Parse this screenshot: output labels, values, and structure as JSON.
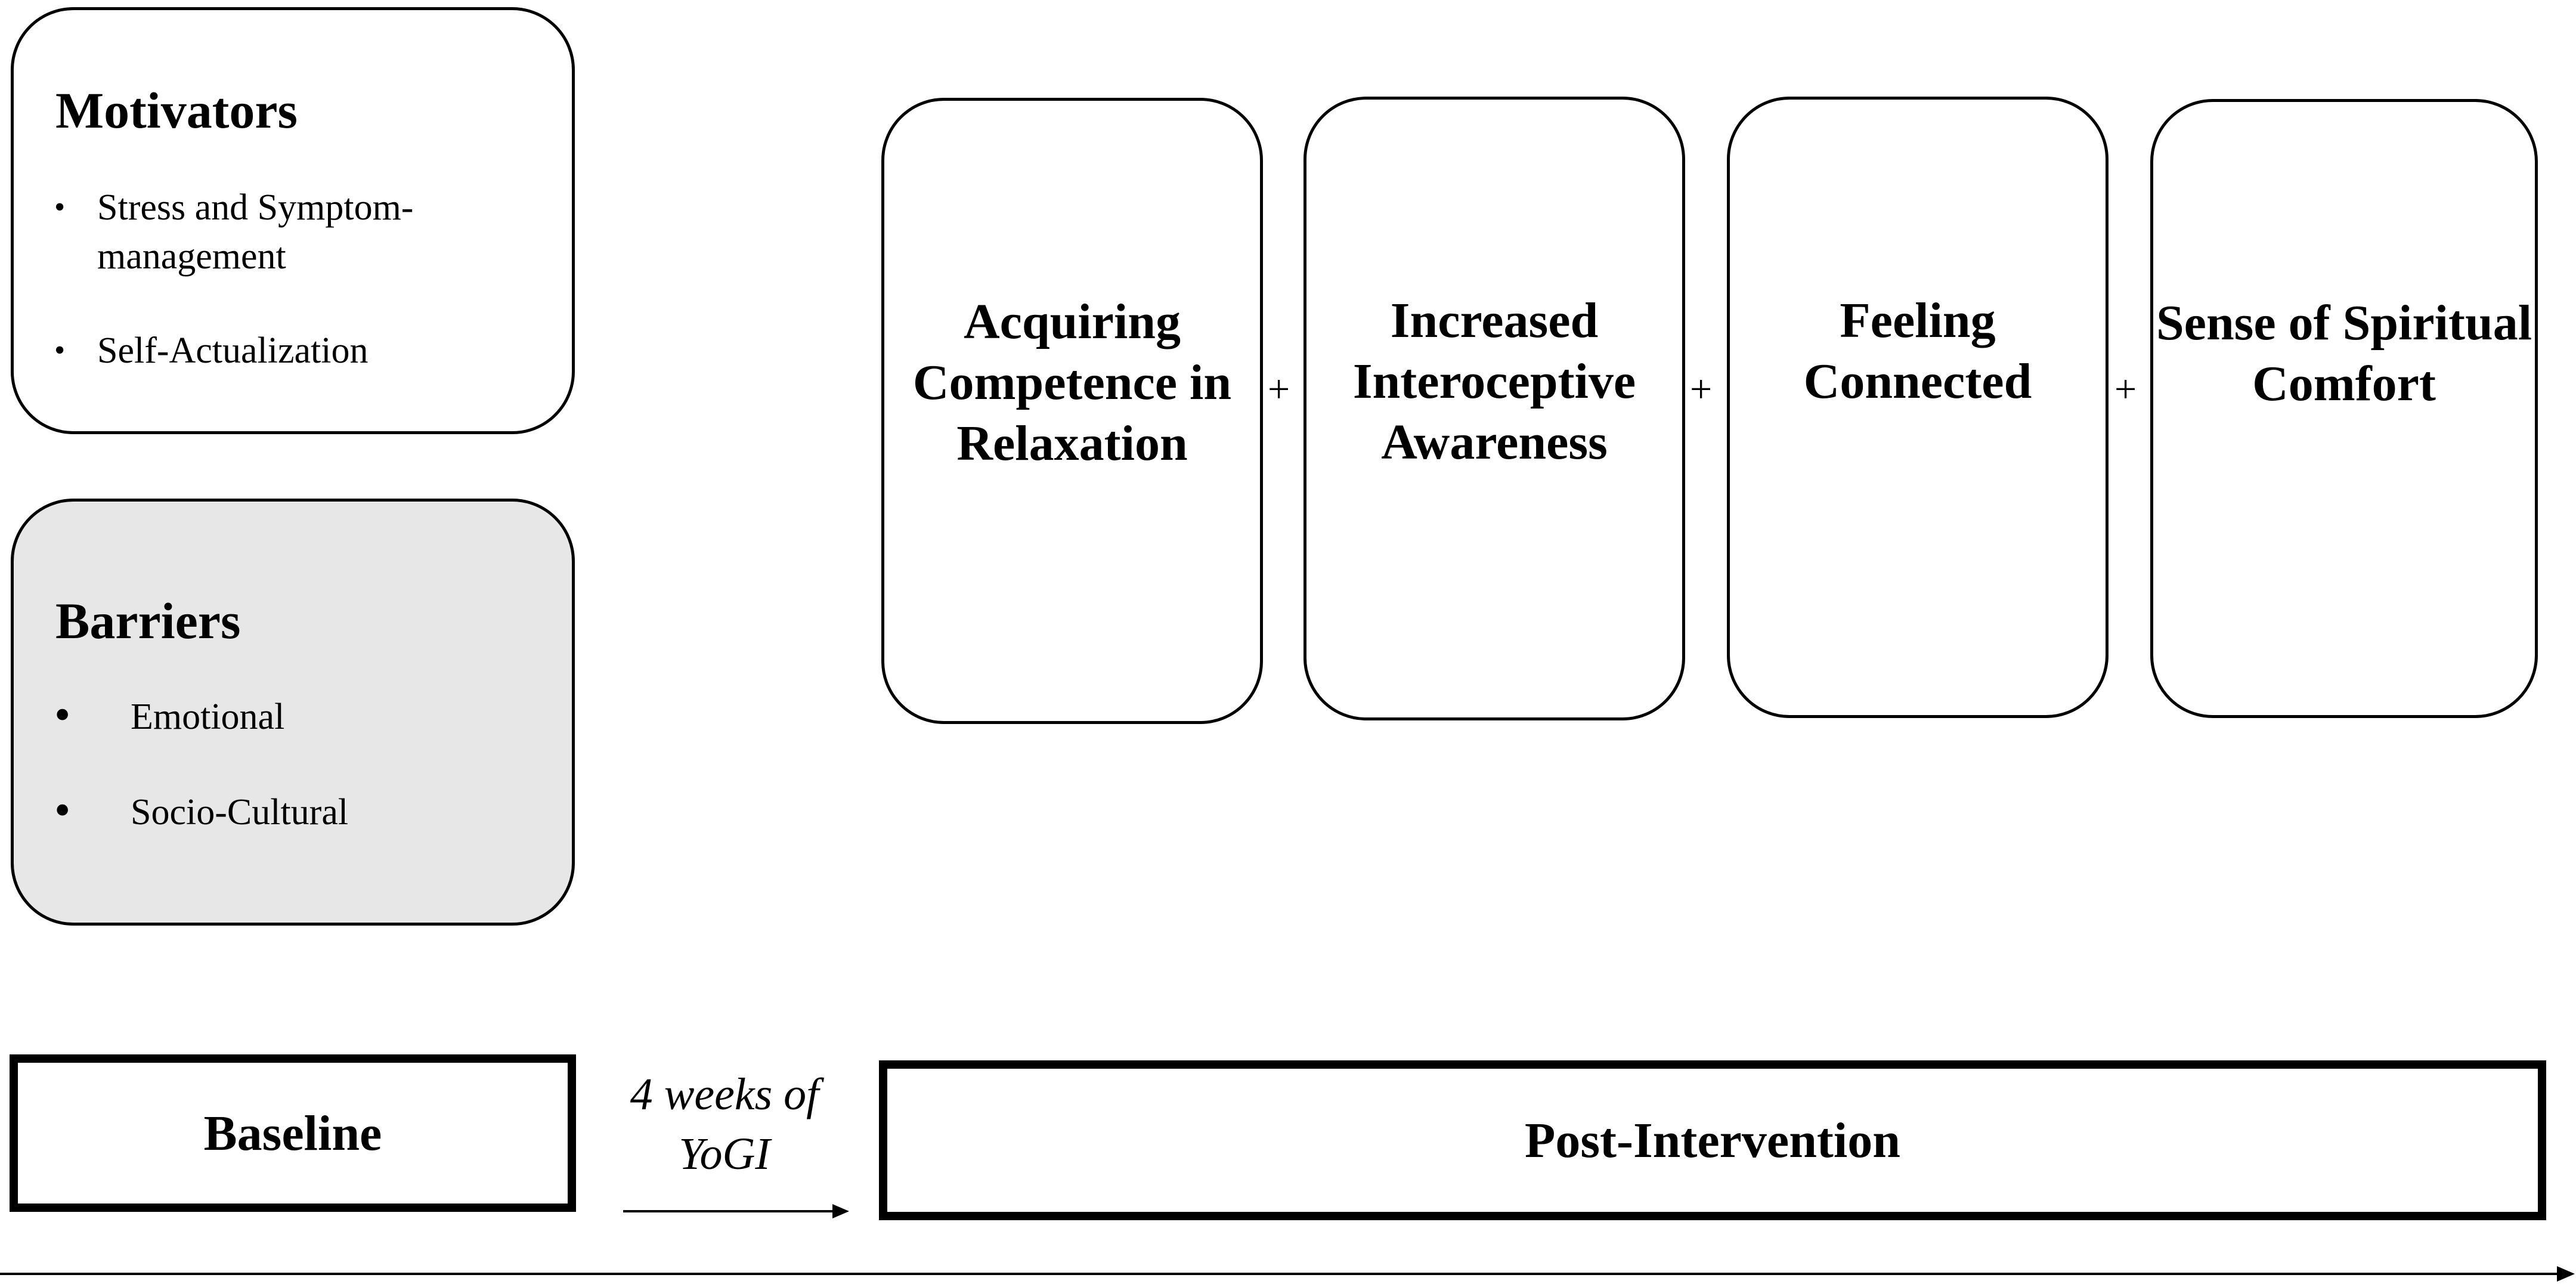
{
  "motivators": {
    "title": "Motivators",
    "items": [
      "Stress and Symptom-management",
      "Self-Actualization"
    ]
  },
  "barriers": {
    "title": "Barriers",
    "items": [
      "Emotional",
      "Socio-Cultural"
    ]
  },
  "themes": [
    "Acquiring Competence in Relaxation",
    "Increased Interoceptive Awareness",
    "Feeling Connected",
    "Sense of Spiritual Comfort"
  ],
  "plus_symbol": "+",
  "phases": {
    "baseline": "Baseline",
    "interval": "4 weeks of YoGI",
    "post": "Post-Intervention"
  },
  "colors": {
    "barriers_fill": "#e7e7e7",
    "stroke": "#000000"
  }
}
